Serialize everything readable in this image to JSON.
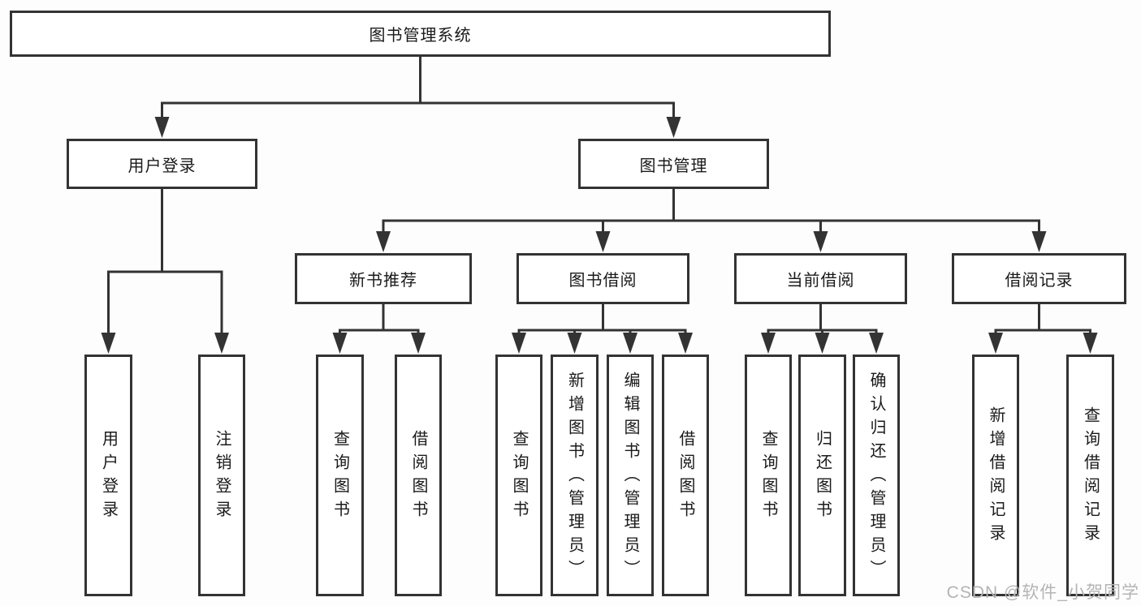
{
  "diagram": {
    "root": {
      "label": "图书管理系统"
    },
    "level2": [
      {
        "label": "用户登录"
      },
      {
        "label": "图书管理"
      }
    ],
    "level3": [
      {
        "label": "新书推荐"
      },
      {
        "label": "图书借阅"
      },
      {
        "label": "当前借阅"
      },
      {
        "label": "借阅记录"
      }
    ],
    "leaves": {
      "user_login": [
        "用户登录",
        "注销登录"
      ],
      "new_book": [
        "查询图书",
        "借阅图书"
      ],
      "book_borrow": [
        "查询图书",
        "新增图书（管理员）",
        "编辑图书（管理员）",
        "借阅图书"
      ],
      "current_borrow": [
        "查询图书",
        "归还图书",
        "确认归还（管理员）"
      ],
      "borrow_record": [
        "新增借阅记录",
        "查询借阅记录"
      ]
    }
  },
  "watermark": {
    "text": "CSDN @软件_小贺同学"
  },
  "colors": {
    "line": "#333333",
    "box_border": "#333333",
    "text": "#1a1a1a",
    "watermark": "#b4b4b4",
    "background": "#fdfdfd"
  }
}
